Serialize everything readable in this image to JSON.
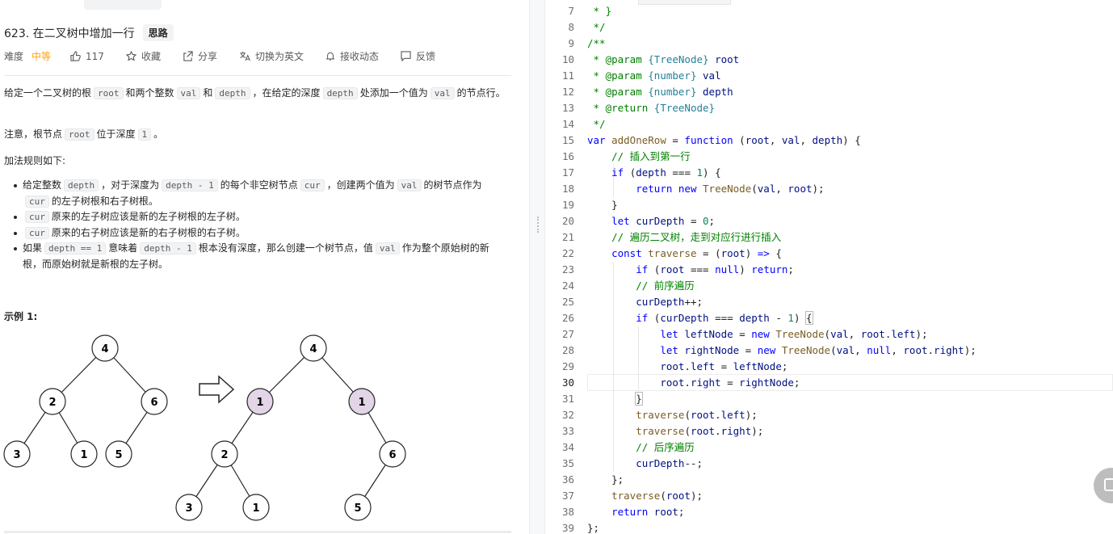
{
  "problem": {
    "title": "623. 在二叉树中增加一行",
    "tag": "思路",
    "difficulty_label": "难度",
    "difficulty": "中等",
    "likes": "117",
    "favorite": "收藏",
    "share": "分享",
    "switch_lang": "切换为英文",
    "notify": "接收动态",
    "feedback": "反馈"
  },
  "description": {
    "p1_a": "给定一个二叉树的根",
    "p1_code1": "root",
    "p1_b": "和两个整数",
    "p1_code2": "val",
    "p1_c": "和",
    "p1_code3": "depth",
    "p1_d": "，在给定的深度",
    "p1_code4": "depth",
    "p1_e": "处添加一个值为",
    "p1_code5": "val",
    "p1_f": "的节点行。",
    "p2_a": "注意，根节点",
    "p2_code1": "root",
    "p2_b": "位于深度",
    "p2_code2": "1",
    "p2_c": "。",
    "p3": "加法规则如下:",
    "r1_a": "给定整数",
    "r1_code1": "depth",
    "r1_b": "，对于深度为",
    "r1_code2": "depth - 1",
    "r1_c": "的每个非空树节点",
    "r1_code3": "cur",
    "r1_d": "，创建两个值为",
    "r1_code4": "val",
    "r1_e": "的树节点作为",
    "r1_code5": "cur",
    "r1_f": "的左子树根和右子树根。",
    "r2_code": "cur",
    "r2_text": "原来的左子树应该是新的左子树根的左子树。",
    "r3_code": "cur",
    "r3_text": "原来的右子树应该是新的右子树根的右子树。",
    "r4_a": "如果",
    "r4_code1": "depth == 1",
    "r4_b": "意味着",
    "r4_code2": "depth - 1",
    "r4_c": "根本没有深度，那么创建一个树节点，值",
    "r4_code3": "val",
    "r4_d": "作为整个原始树的新根，而原始树就是新根的左子树。",
    "example_title": "示例 1:"
  },
  "tree": {
    "before": [
      "4",
      "2",
      "6",
      "3",
      "1",
      "5"
    ],
    "after": [
      "4",
      "1",
      "1",
      "2",
      "6",
      "3",
      "1",
      "5"
    ],
    "highlight_color": "#e1d5e7"
  },
  "editor": {
    "line_numbers": [
      "7",
      "8",
      "9",
      "10",
      "11",
      "12",
      "13",
      "14",
      "15",
      "16",
      "17",
      "18",
      "19",
      "20",
      "21",
      "22",
      "23",
      "24",
      "25",
      "26",
      "27",
      "28",
      "29",
      "30",
      "31",
      "32",
      "33",
      "34",
      "35",
      "36",
      "37",
      "38",
      "39"
    ],
    "current_line": "30"
  },
  "colors": {
    "accent": "#ffa116",
    "keyword": "#0000ff",
    "comment": "#008000",
    "function": "#795e26",
    "type": "#267f99"
  }
}
